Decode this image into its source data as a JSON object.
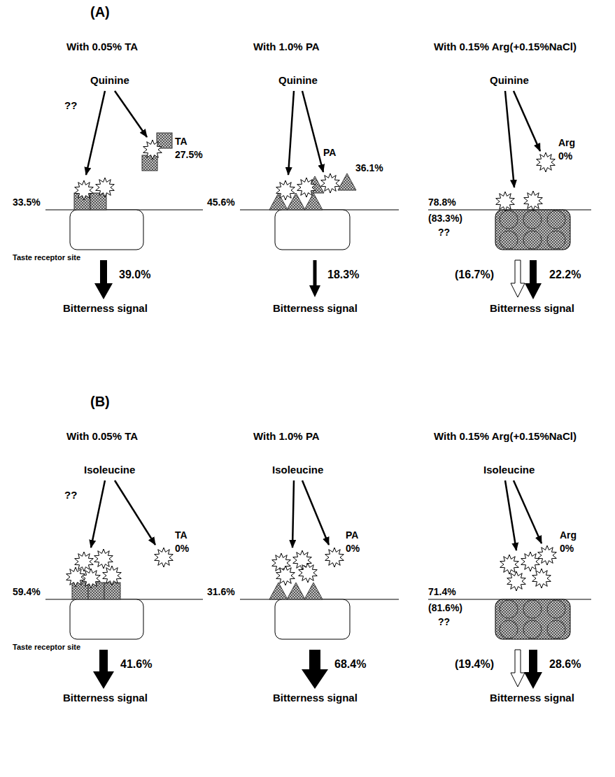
{
  "diagram": {
    "labels": [
      "(A)",
      "With 0.05% TA",
      "Quinine",
      "??",
      "TA",
      "27.5%",
      "33.5%",
      "Taste receptor site",
      "39.0%",
      "Bitterness signal",
      "With 1.0% PA",
      "Quinine",
      "PA",
      "36.1%",
      "45.6%",
      "18.3%",
      "Bitterness signal",
      "With 0.15% Arg(+0.15%NaCl)",
      "Quinine",
      "Arg",
      "0%",
      "78.8%",
      "(83.3%)",
      "??",
      "(16.7%)",
      "22.2%",
      "Bitterness signal",
      "(B)",
      "With 0.05% TA",
      "Isoleucine",
      "??",
      "TA",
      "0%",
      "59.4%",
      "Taste receptor site",
      "41.6%",
      "Bitterness signal",
      "With 1.0% PA",
      "Isoleucine",
      "PA",
      "0%",
      "31.6%",
      "68.4%",
      "Bitterness signal",
      "With 0.15% Arg(+0.15%NaCl)",
      "Isoleucine",
      "Arg",
      "0%",
      "71.4%",
      "(81.6%)",
      "??",
      "(19.4%)",
      "28.6%",
      "Bitterness signal"
    ]
  }
}
